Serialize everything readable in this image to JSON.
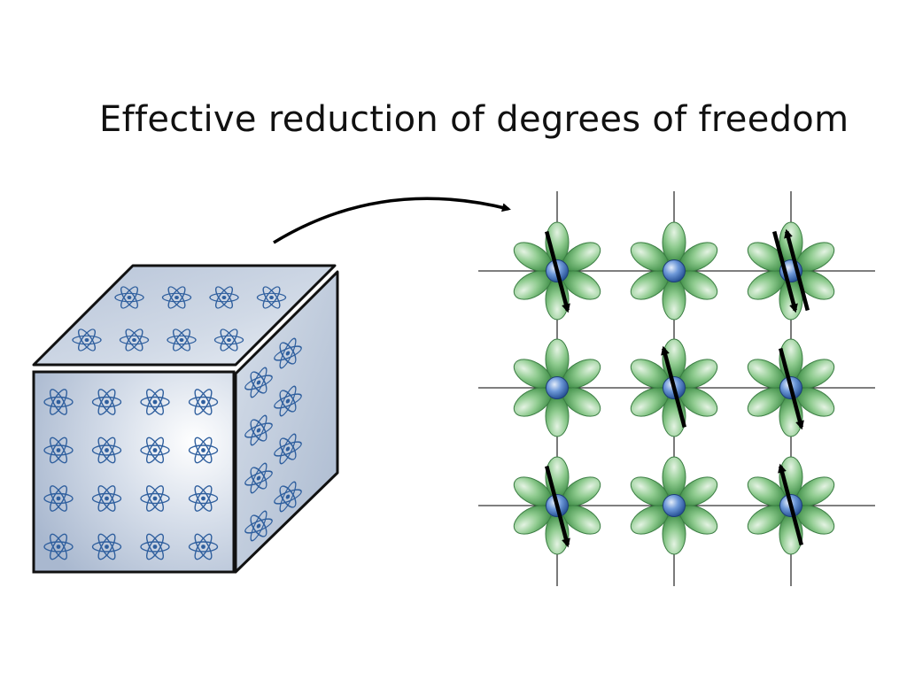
{
  "title": "Effective reduction of degrees of freedom",
  "colors": {
    "text": "#111111",
    "cube_face": "#c4cfe0",
    "atom_orbit": "#2f5f9e",
    "orbital_lobe": "#5cae62",
    "ion": "#2f63b6",
    "spin_arrow": "#000000",
    "grid_line": "#333333"
  },
  "cube": {
    "atom_symbol": "atom-icon",
    "front_face": {
      "rows": 4,
      "cols": 4
    },
    "top_face": {
      "rows": 2,
      "cols": 4
    },
    "side_face": {
      "rows": 4,
      "cols": 2
    }
  },
  "lattice": {
    "rows": 3,
    "cols": 3,
    "orbital_symbol": "d-orbital-icon",
    "spins": [
      [
        "down",
        "none",
        "both"
      ],
      [
        "none",
        "up",
        "down"
      ],
      [
        "down",
        "none",
        "up"
      ]
    ]
  }
}
